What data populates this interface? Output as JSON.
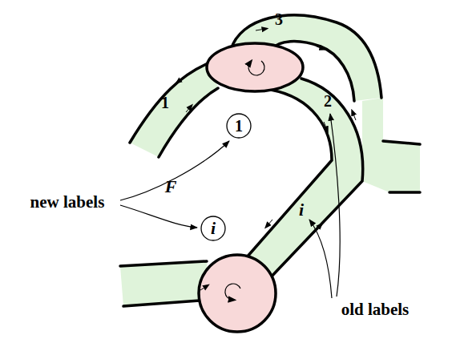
{
  "diagram": {
    "nodes": [
      {
        "text": [
          "1"
        ]
      },
      {
        "text": [
          "i"
        ]
      }
    ],
    "labels": [
      "3",
      "1",
      "2",
      "F",
      "new labels",
      "i",
      "old labels"
    ]
  }
}
